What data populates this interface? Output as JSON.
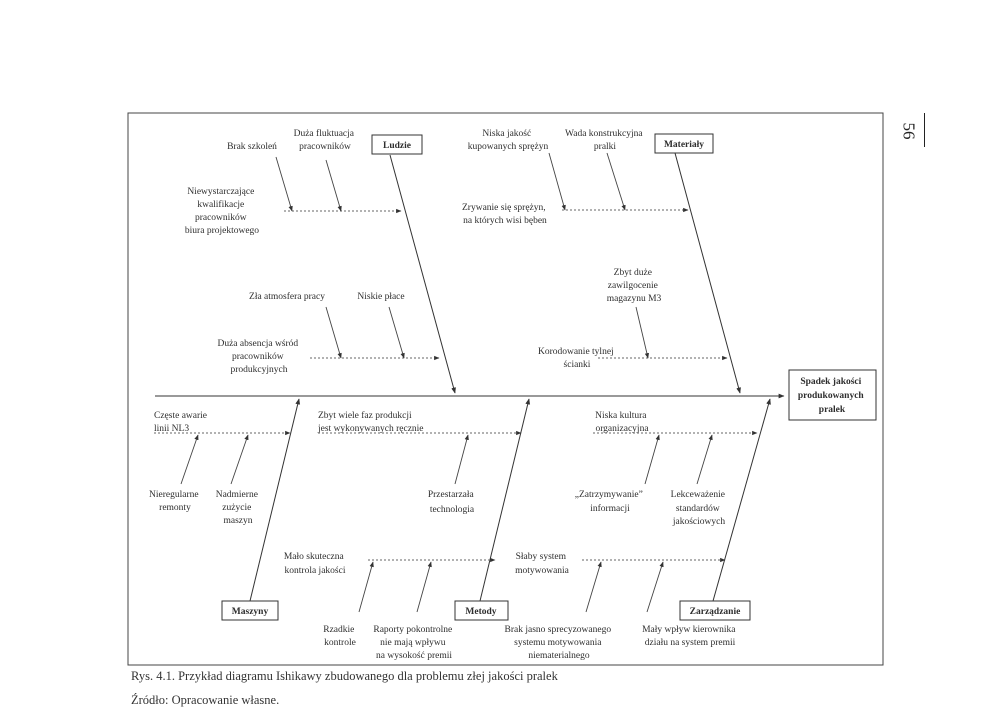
{
  "page_number": "56",
  "caption": "Rys. 4.1. Przykład diagramu Ishikawy zbudowanego dla problemu złej jakości pralek",
  "source": "Źródło: Opracowanie własne.",
  "effect": [
    "Spadek jakości",
    "produkowanych",
    "pralek"
  ],
  "categories": {
    "ludzie": "Ludzie",
    "materialy": "Materiały",
    "maszyny": "Maszyny",
    "metody": "Metody",
    "zarzadzanie": "Zarządzanie"
  },
  "causes": {
    "ludzie": {
      "brak_szkolen": [
        "Brak szkoleń"
      ],
      "fluktuacja": [
        "Duża fluktuacja",
        "pracowników"
      ],
      "kwalifikacje": [
        "Niewystarczające",
        "kwalifikacje",
        "pracowników",
        "biura projektowego"
      ],
      "atmosfera": [
        "Zła atmosfera pracy"
      ],
      "place": [
        "Niskie płace"
      ],
      "absencja": [
        "Duża absencja wśród",
        "pracowników",
        "produkcyjnych"
      ]
    },
    "materialy": {
      "jakosc_sprezyn": [
        "Niska jakość",
        "kupowanych sprężyn"
      ],
      "wada": [
        "Wada konstrukcyjna",
        "pralki"
      ],
      "zrywanie": [
        "Zrywanie się sprężyn,",
        "na których wisi bęben"
      ],
      "zawilgocenie": [
        "Zbyt duże",
        "zawilgocenie",
        "magazynu M3"
      ],
      "korodowanie": [
        "Korodowanie tylnej",
        "ścianki"
      ]
    },
    "maszyny": {
      "awarie": [
        "Częste awarie",
        "linii NL3"
      ],
      "remonty": [
        "Nieregularne",
        "remonty"
      ],
      "zuzycie": [
        "Nadmierne",
        "zużycie",
        "maszyn"
      ]
    },
    "metody": {
      "fazy": [
        "Zbyt wiele faz produkcji",
        "jest wykonywanych ręcznie"
      ],
      "technologia": [
        "Przestarzała",
        "technologia"
      ],
      "kontrola": [
        "Mało skuteczna",
        "kontrola jakości"
      ],
      "rzadkie": [
        "Rzadkie",
        "kontrole"
      ],
      "raporty": [
        "Raporty pokontrolne",
        "nie mają wpływu",
        "na wysokość premii"
      ],
      "brak_systemu": [
        "Brak jasno sprecyzowanego",
        "systemu motywowania",
        "niematerialnego"
      ]
    },
    "zarzadzanie": {
      "kultura": [
        "Niska kultura",
        "organizacyjna"
      ],
      "zatrzymywanie": [
        "„Zatrzymywanie”",
        "informacji"
      ],
      "lekcewazenie": [
        "Lekceważenie",
        "standardów",
        "jakościowych"
      ],
      "motywowanie": [
        "Słaby system",
        "motywowania"
      ],
      "wplyw": [
        "Mały wpływ kierownika",
        "działu na system premii"
      ]
    }
  }
}
